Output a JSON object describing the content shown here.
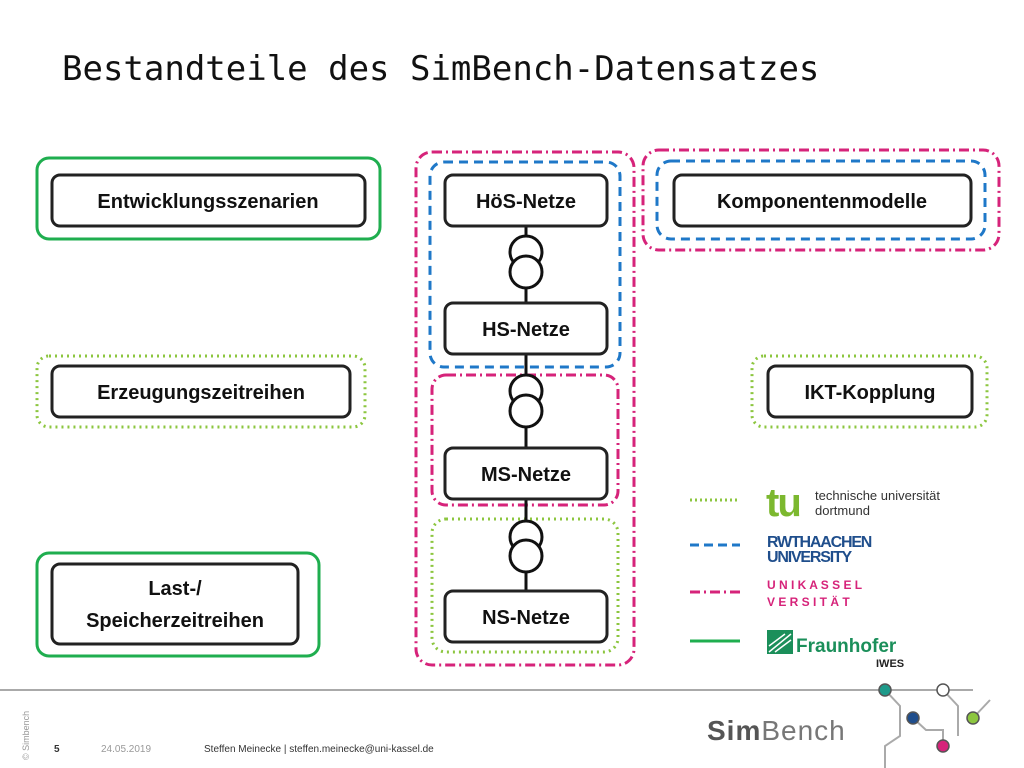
{
  "slide": {
    "title": "Bestandteile des SimBench-Datensatzes"
  },
  "colors": {
    "green": "#1fae4f",
    "light_green": "#8cc63f",
    "blue": "#1f78c8",
    "magenta": "#d6237a",
    "teal": "#1e9a8a",
    "navy": "#1f4e8c",
    "box_border": "#222222",
    "footer_text": "#555555"
  },
  "boxes": {
    "entwicklung": "Entwicklungsszenarien",
    "erzeugung": "Erzeugungszeitreihen",
    "last_line1": "Last-/",
    "last_line2": "Speicherzeitreihen",
    "hoes": "HöS-Netze",
    "hs": "HS-Netze",
    "ms": "MS-Netze",
    "ns": "NS-Netze",
    "komponenten": "Komponentenmodelle",
    "ikt": "IKT-Kopplung"
  },
  "legend": {
    "tu_line1": "technische universität",
    "tu_line2": "dortmund",
    "tu_logo": "tu",
    "rwth_line1": "RWTHAACHEN",
    "rwth_line2": "UNIVERSITY",
    "kassel_line1": "U N I K A S S E L",
    "kassel_line2": "V E R S I T Ä T",
    "fraunhofer": "Fraunhofer",
    "iwes": "IWES"
  },
  "footer": {
    "copyright": "© Simbench",
    "page": "5",
    "date": "24.05.2019",
    "author": "Steffen Meinecke | steffen.meinecke@uni-kassel.de",
    "logo_sim": "Sim",
    "logo_bench": "Bench"
  }
}
